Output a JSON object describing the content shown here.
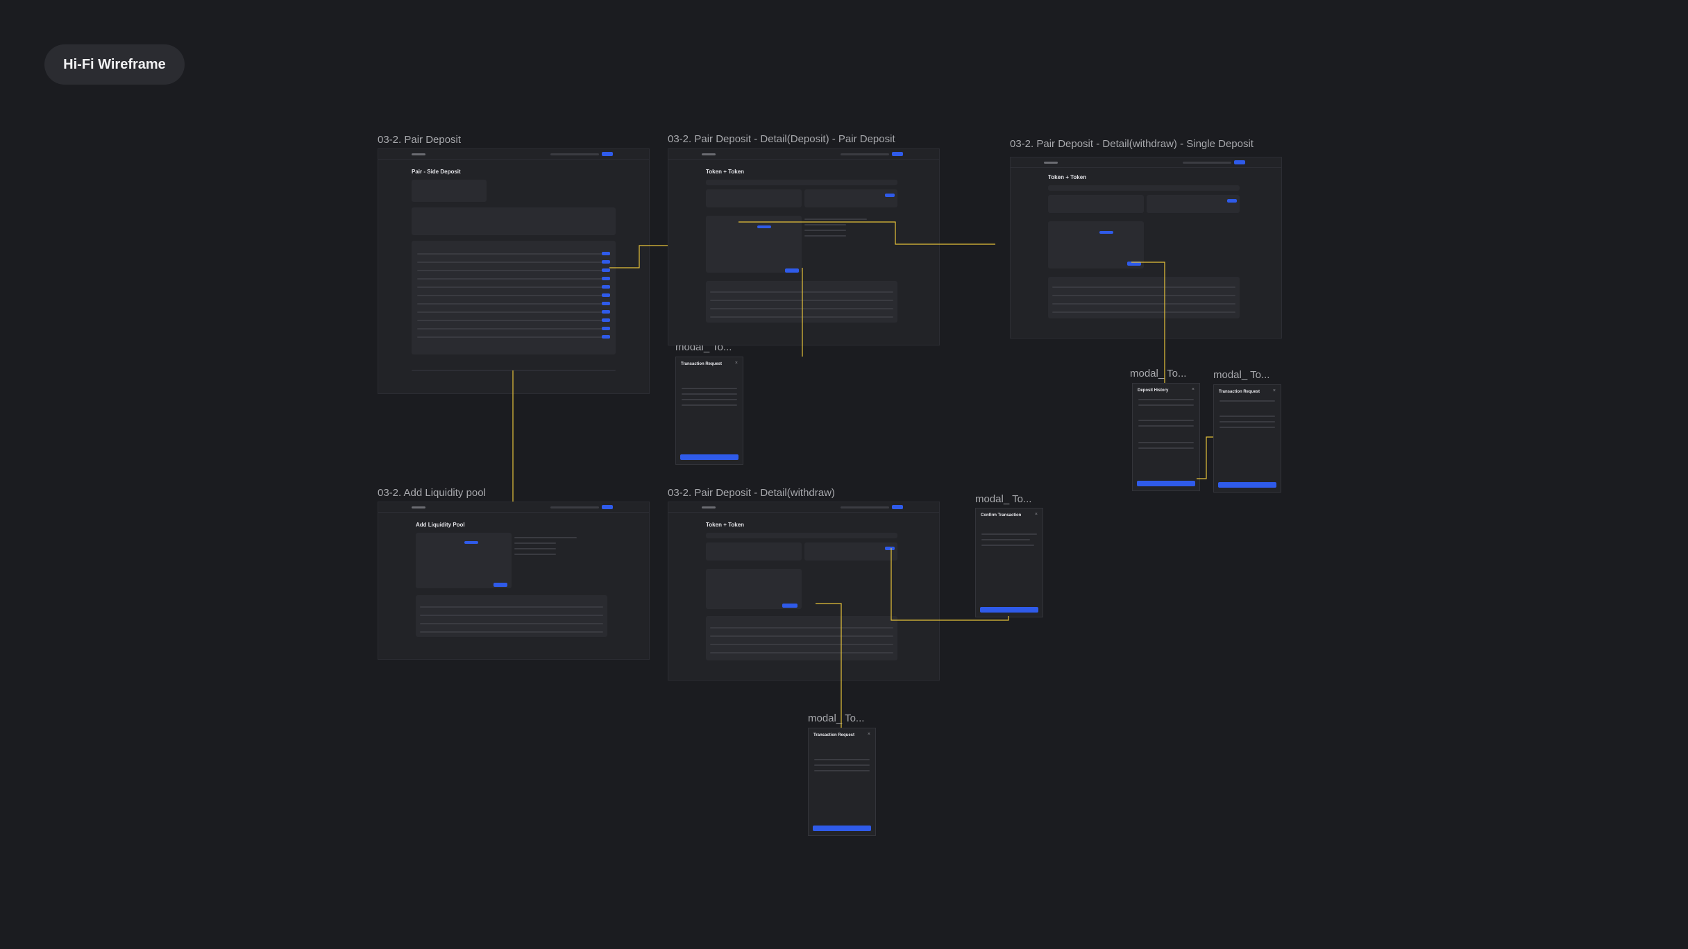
{
  "badge": "Hi-Fi Wireframe",
  "frames": {
    "f1": {
      "label": "03-2. Pair Deposit",
      "title": "Pair - Side Deposit"
    },
    "f2": {
      "label": "03-2. Pair Deposit - Detail(Deposit) - Pair Deposit",
      "title": "Token + Token"
    },
    "f3": {
      "label": "03-2. Pair Deposit - Detail(withdraw) - Single Deposit",
      "title": "Token + Token"
    },
    "f4": {
      "label": "03-2. Add Liquidity pool",
      "title": "Add Liquidity Pool"
    },
    "f5": {
      "label": "03-2. Pair Deposit - Detail(withdraw)",
      "title": "Token + Token"
    }
  },
  "modals": {
    "m1": {
      "label": "modal_ To...",
      "title": "Transaction Request"
    },
    "m2": {
      "label": "modal_ To...",
      "title": "Deposit History"
    },
    "m3": {
      "label": "modal_ To...",
      "title": "Transaction Request"
    },
    "m4": {
      "label": "modal_ To...",
      "title": "Confirm Transaction"
    },
    "m5": {
      "label": "modal_ To...",
      "title": "Transaction Request"
    }
  },
  "colors": {
    "accent": "#2f5bea",
    "connector": "#e6c23a",
    "background": "#1b1c20"
  }
}
